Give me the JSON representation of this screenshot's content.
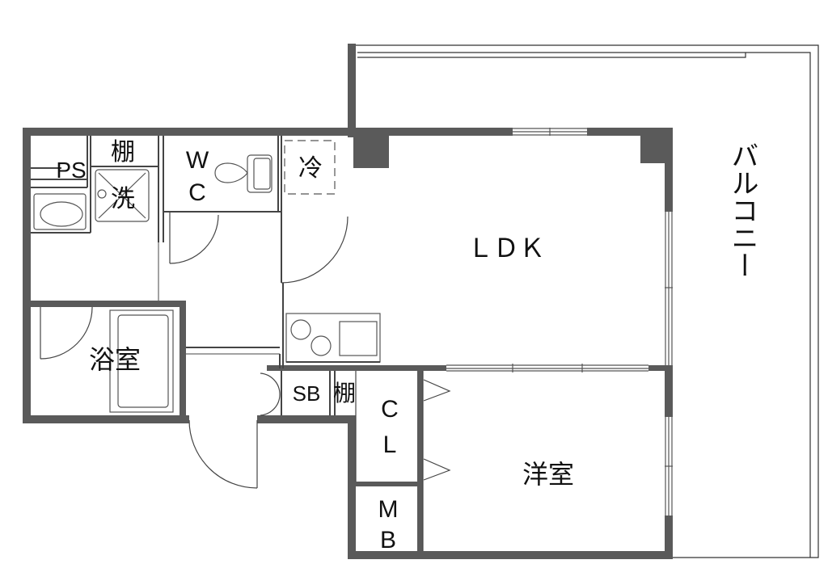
{
  "colors": {
    "wall": "#5a5a5a",
    "line": "#333333",
    "fixture": "#555555",
    "background": "#ffffff"
  },
  "rooms": {
    "ps": "PS",
    "shelf_top": "棚",
    "washer": "洗",
    "wc": {
      "line1": "W",
      "line2": "C"
    },
    "fridge": "冷",
    "ldk": "ＬＤＫ",
    "bathroom": "浴室",
    "sb": "SB",
    "shelf_hall": "棚",
    "closet": {
      "line1": "C",
      "line2": "L"
    },
    "mb": {
      "line1": "M",
      "line2": "B"
    },
    "western_room": "洋室",
    "balcony": "バルコニー"
  }
}
